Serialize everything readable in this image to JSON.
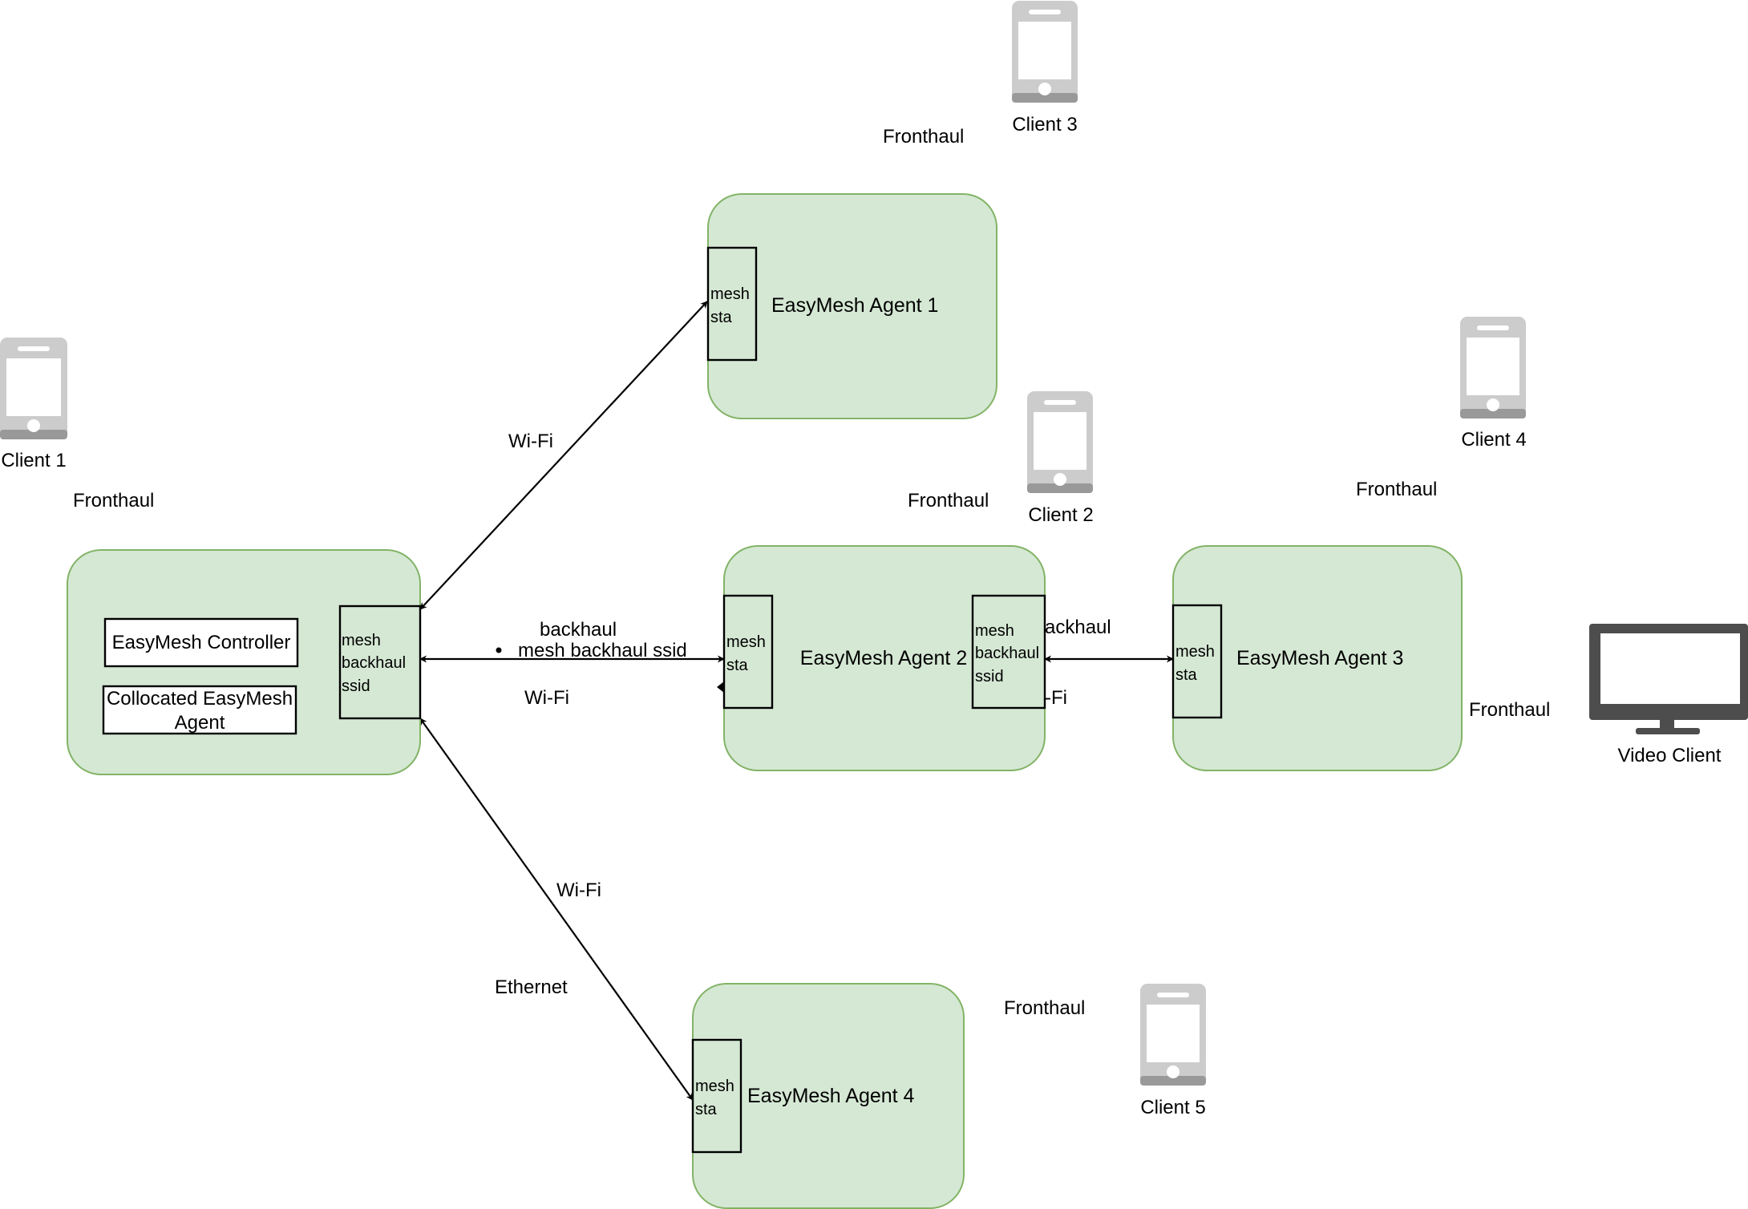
{
  "controller": {
    "controller_label": "EasyMesh Controller",
    "agent_label_line1": "Collocated EasyMesh",
    "agent_label_line2": "Agent",
    "port": [
      "mesh",
      "backhaul",
      "ssid"
    ]
  },
  "agents": {
    "agent1": {
      "label": "EasyMesh Agent 1",
      "port": [
        "mesh",
        "sta"
      ]
    },
    "agent2": {
      "label": "EasyMesh Agent 2",
      "port_left": [
        "mesh",
        "sta"
      ],
      "port_right": [
        "mesh",
        "backhaul",
        "ssid"
      ]
    },
    "agent3": {
      "label": "EasyMesh Agent 3",
      "port": [
        "mesh",
        "sta"
      ]
    },
    "agent4": {
      "label": "EasyMesh Agent 4",
      "port": [
        "mesh",
        "sta"
      ]
    }
  },
  "clients": {
    "client1": "Client 1",
    "client2": "Client 2",
    "client3": "Client 3",
    "client4": "Client 4",
    "client5": "Client 5",
    "video": "Video Client"
  },
  "links": {
    "wifi": "Wi-Fi",
    "ethernet": "Ethernet",
    "backhaul": "backhaul",
    "mesh_backhaul_ssid": "mesh backhaul ssid",
    "backhaul_clipped": "ackhaul",
    "wifi_clipped": "-Fi",
    "fronthaul": "Fronthaul"
  },
  "colors": {
    "node_fill": "#d5e8d4",
    "node_stroke": "#82b366",
    "device_gray": "#cccccc",
    "tv_dark": "#4d4d4d"
  },
  "icons": {
    "client_devices": "phone-icon",
    "video_client": "monitor-icon"
  }
}
